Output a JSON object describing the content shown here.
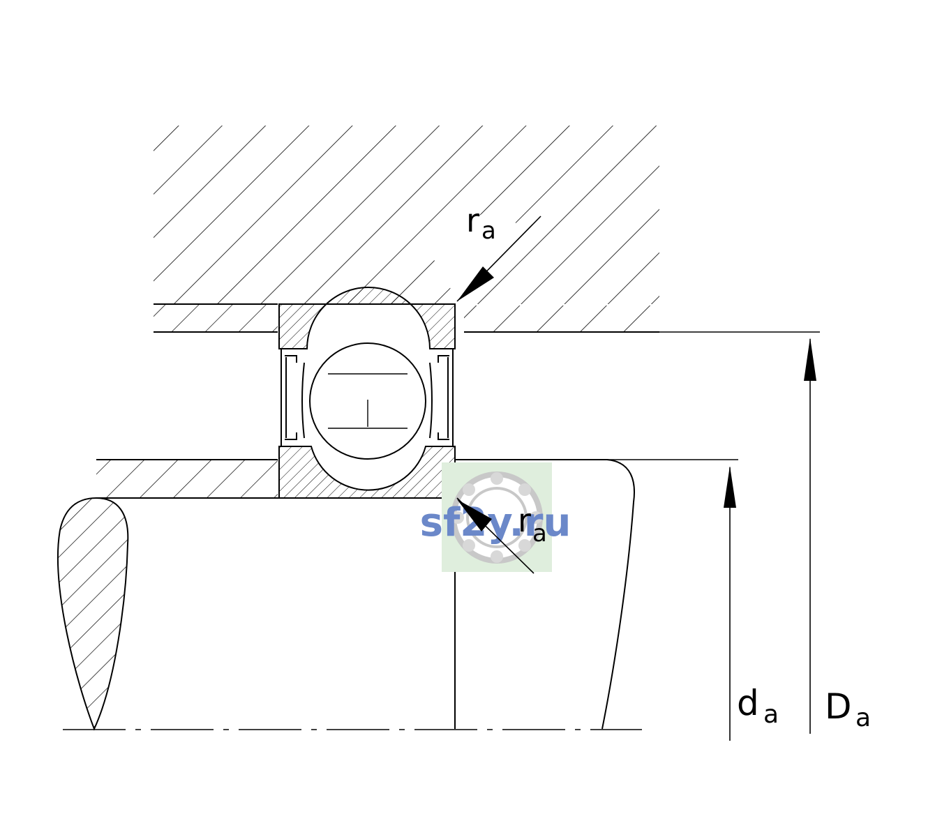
{
  "labels": {
    "r_upper": {
      "main": "r",
      "sub": "a"
    },
    "r_lower": {
      "main": "r",
      "sub": "a"
    },
    "d_a": {
      "main": "d",
      "sub": "a"
    },
    "D_a": {
      "main": "D",
      "sub": "a"
    }
  },
  "watermark": {
    "text": "sf2y.ru"
  },
  "colors": {
    "line": "#000000",
    "watermark_text": "#6b88c9",
    "watermark_bg": "#dfeedd",
    "watermark_ring": "#c8c8c8"
  }
}
